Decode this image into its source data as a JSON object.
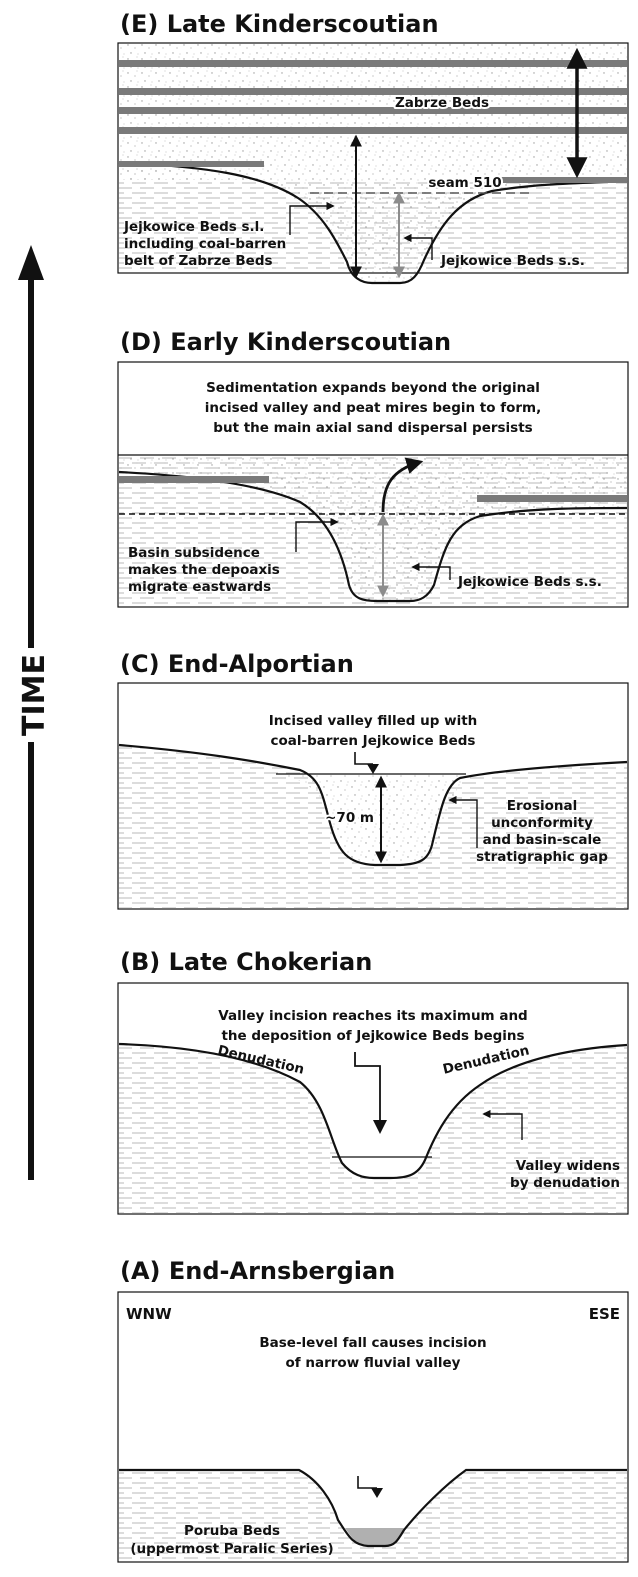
{
  "time_label": "TIME",
  "panels": {
    "E": {
      "title": "(E) Late Kinderscoutian",
      "zabrze_beds": "Zabrze Beds",
      "seam": "seam 510",
      "sl_label": [
        "Jejkowice Beds s.l.",
        "including coal-barren",
        "belt of Zabrze Beds"
      ],
      "ss_label": "Jejkowice Beds s.s."
    },
    "D": {
      "title": "(D) Early Kinderscoutian",
      "text": [
        "Sedimentation expands beyond the original",
        "incised valley and peat mires begin to form,",
        "but the main axial sand dispersal persists"
      ],
      "subsidence": [
        "Basin subsidence",
        "makes the depoaxis",
        "migrate eastwards"
      ],
      "ss_label": "Jejkowice Beds s.s."
    },
    "C": {
      "title": "(C) End-Alportian",
      "text": [
        "Incised valley filled up with",
        "coal-barren Jejkowice Beds"
      ],
      "depth": "~70 m",
      "erosion": [
        "Erosional",
        "unconformity",
        "and basin-scale",
        "stratigraphic gap"
      ]
    },
    "B": {
      "title": "(B) Late Chokerian",
      "text": [
        "Valley incision reaches its maximum and",
        "the deposition of Jejkowice Beds begins"
      ],
      "denudation_left": "Denudation",
      "denudation_right": "Denudation",
      "widens": [
        "Valley widens",
        "by denudation"
      ]
    },
    "A": {
      "title": "(A) End-Arnsbergian",
      "wnw": "WNW",
      "ese": "ESE",
      "text": [
        "Base-level fall causes incision",
        "of narrow fluvial valley"
      ],
      "poruba": [
        "Poruba Beds",
        "(uppermost Paralic Series)"
      ]
    }
  },
  "colors": {
    "ink": "#111111",
    "seam_bar": "#7a7a7a",
    "gray_arrow": "#8c8c8c",
    "fill_grey": "#b0b0b0"
  }
}
